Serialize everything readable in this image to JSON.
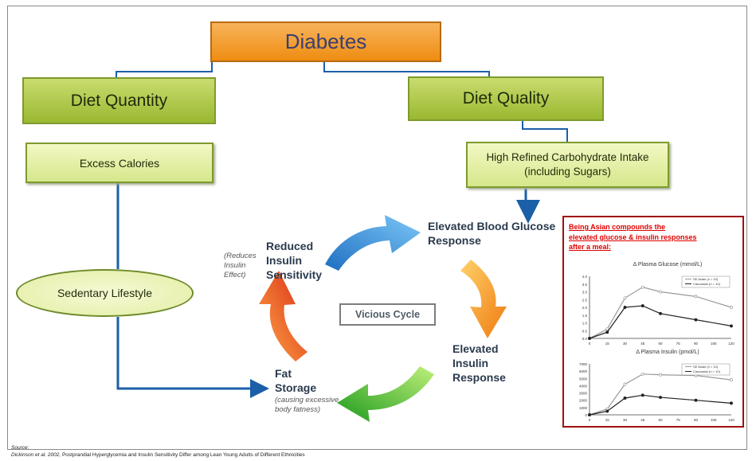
{
  "title": "Diabetes",
  "diet_quantity": "Diet Quantity",
  "diet_quality": "Diet Quality",
  "excess_calories": "Excess Calories",
  "high_carb": "High Refined Carbohydrate Intake",
  "high_carb_sub": "(including Sugars)",
  "sedentary": "Sedentary Lifestyle",
  "vicious_cycle": "Vicious Cycle",
  "cycle": {
    "elevated_glucose": [
      "Elevated Blood Glucose",
      "Response"
    ],
    "elevated_insulin": [
      "Elevated",
      "Insulin",
      "Response"
    ],
    "fat_storage": [
      "Fat",
      "Storage"
    ],
    "fat_storage_note": [
      "(causing excessive",
      "body fatness)"
    ],
    "reduced_sensitivity": [
      "Reduced",
      "Insulin",
      "Sensitivity"
    ],
    "reduces_note": [
      "(Reduces",
      "Insulin",
      "Effect)"
    ]
  },
  "inset": {
    "title_lines": [
      "Being Asian compounds the",
      "elevated glucose & insulin responses",
      "after a meal:"
    ],
    "glucose_title": "Δ Plasma Glucose (mmol/L)",
    "insulin_title": "Δ Plasma Insulin (pmol/L)",
    "legend": [
      "SE Asian (n = 10)",
      "Caucasian (n = 10)"
    ]
  },
  "chart_data": [
    {
      "type": "line",
      "title": "Δ Plasma Glucose (mmol/L)",
      "x": [
        0,
        15,
        30,
        45,
        60,
        90,
        120
      ],
      "series": [
        {
          "name": "SE Asian (n = 10)",
          "values": [
            0.0,
            0.6,
            2.6,
            3.3,
            3.0,
            2.7,
            2.0
          ]
        },
        {
          "name": "Caucasian (n = 10)",
          "values": [
            0.0,
            0.4,
            2.0,
            2.1,
            1.6,
            1.2,
            0.8
          ]
        }
      ],
      "ylim": [
        0,
        4.0
      ],
      "yticks": [
        "4.0",
        "3.5",
        "3.0",
        "2.5",
        "2.0",
        "1.5",
        "1.0",
        "0.5",
        "0.0"
      ],
      "xticks": [
        "0",
        "15",
        "30",
        "45",
        "60",
        "75",
        "90",
        "105",
        "120"
      ]
    },
    {
      "type": "line",
      "title": "Δ Plasma Insulin (pmol/L)",
      "x": [
        0,
        15,
        30,
        45,
        60,
        90,
        120
      ],
      "series": [
        {
          "name": "SE Asian (n = 10)",
          "values": [
            0,
            800,
            4200,
            5600,
            5500,
            5400,
            4800
          ]
        },
        {
          "name": "Caucasian (n = 10)",
          "values": [
            0,
            500,
            2300,
            2700,
            2400,
            2000,
            1600
          ]
        }
      ],
      "ylim": [
        0,
        7000
      ],
      "yticks": [
        "7000",
        "6000",
        "5000",
        "4000",
        "3000",
        "2000",
        "1000",
        "0"
      ],
      "xticks": [
        "0",
        "15",
        "30",
        "45",
        "60",
        "75",
        "90",
        "105",
        "120"
      ]
    }
  ],
  "source_label": "Source:",
  "source_author": "Dickinson et al. 2002,",
  "source_text": " Postprandial Hyperglycemia and Insulin Sensitivity Differ among Lean Young Adults of Different Ethnicities",
  "colors": {
    "connector": "#1b5fa8",
    "inset_border": "#a01010",
    "title_orange": "#ee8d12",
    "box_green": "#9ab831"
  }
}
